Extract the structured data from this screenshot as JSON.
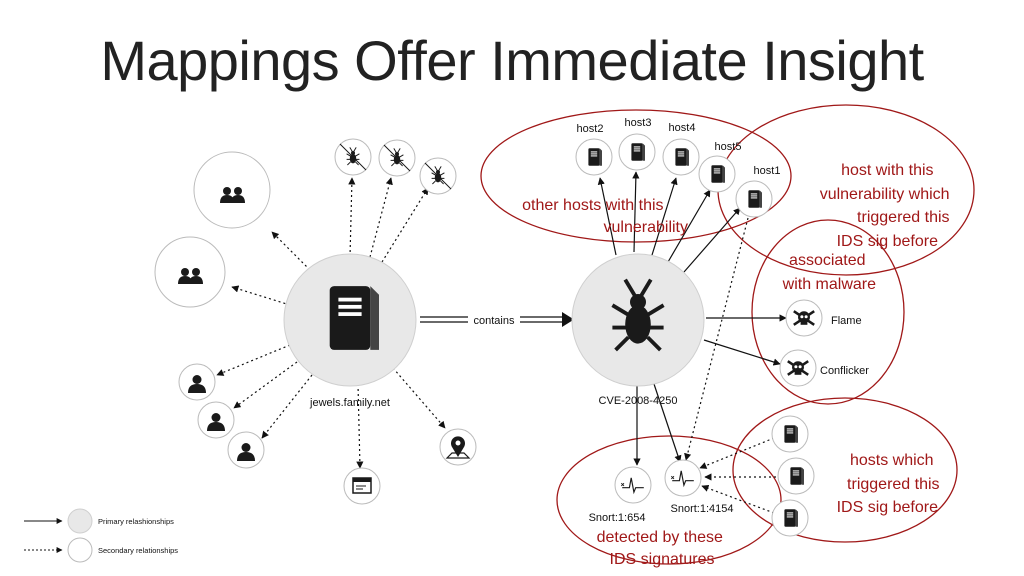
{
  "title": "Mappings Offer Immediate Insight",
  "nodes": {
    "server": {
      "label": "jewels.family.net",
      "icon": "server-icon"
    },
    "vulnerability": {
      "label": "CVE-2008-4250",
      "icon": "bug-icon"
    },
    "hosts": [
      "host2",
      "host3",
      "host4",
      "host5",
      "host1"
    ],
    "malware": [
      "Flame",
      "Conflicker"
    ],
    "signatures": [
      "Snort:1:654",
      "Snort:1:4154"
    ]
  },
  "edge_labels": {
    "contains": "contains"
  },
  "annotations": {
    "other_hosts": [
      "other hosts with this",
      "vulnerability"
    ],
    "host_with_vuln": [
      "host with this",
      "vulnerability which",
      "triggered this",
      "IDS sig before"
    ],
    "associated": [
      "associated",
      "with malware"
    ],
    "hosts_triggered": [
      "hosts which",
      "triggered this",
      "IDS sig before"
    ],
    "detected": [
      "detected by these",
      "IDS signatures"
    ]
  },
  "legend": {
    "primary": "Primary relashionships",
    "secondary": "Secondary relationships"
  },
  "colors": {
    "annotation": "#a01818",
    "node_fill": "#e8e8e8",
    "icon": "#1a1a1a"
  }
}
